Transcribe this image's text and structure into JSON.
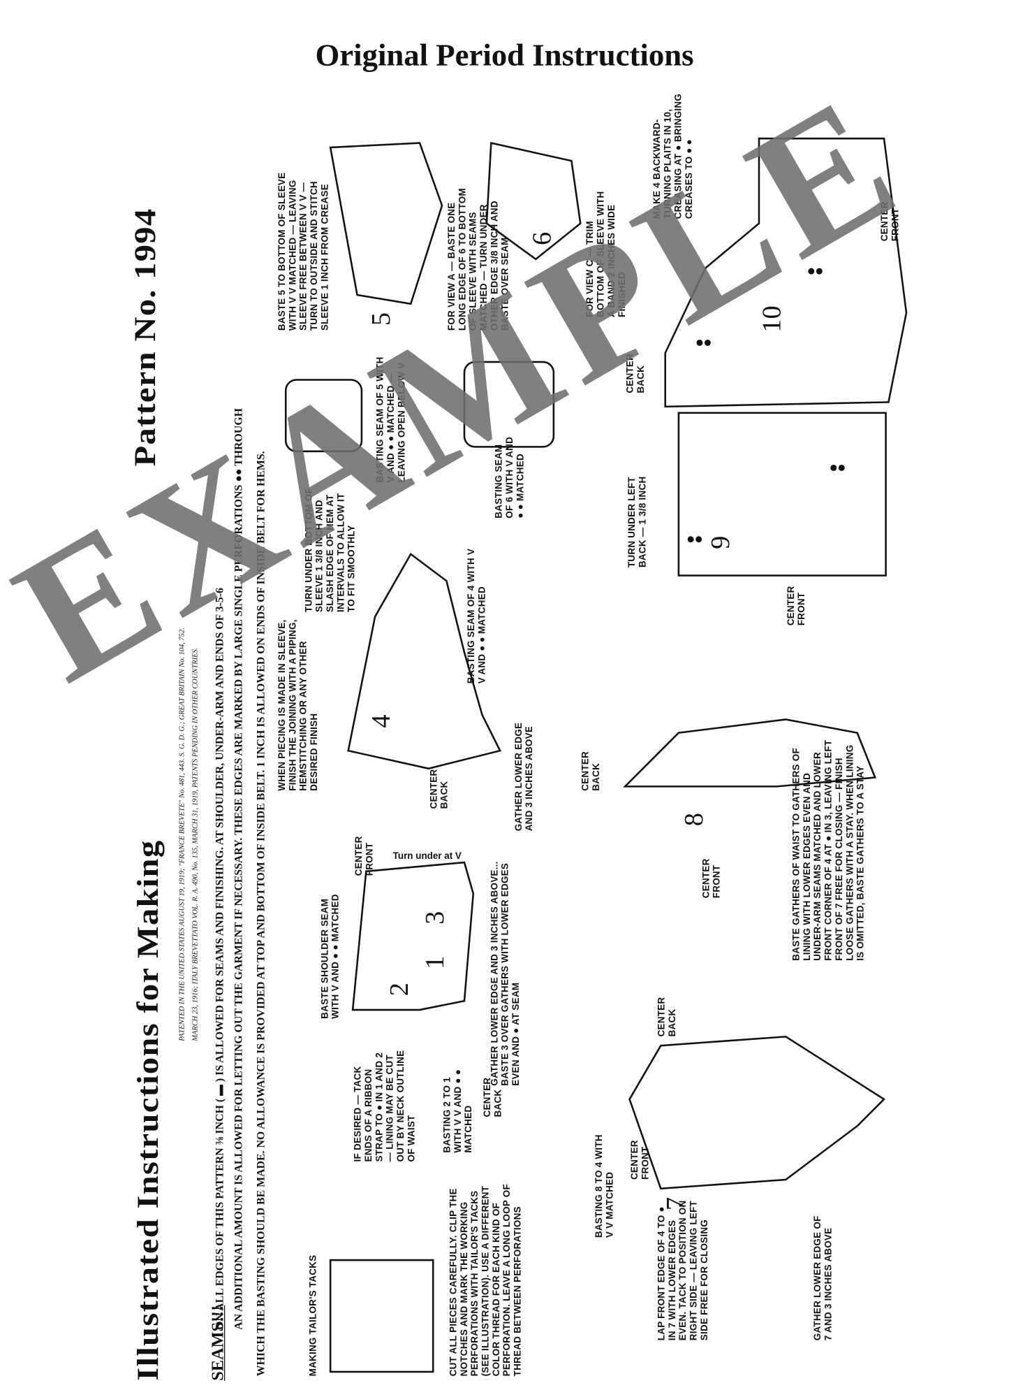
{
  "page_title": "Original Period Instructions",
  "header": {
    "title": "Illustrated Instructions for Making",
    "pattern": "Pattern No. 1994",
    "patent_lines": [
      "PATENTED IN THE UNITED STATES AUGUST 19, 1919; \"FRANCE BREVETE\" No. 481, 443. S. G. D. G.; GREAT BRITAIN No. 104, 752.",
      "MARCH 23, 1916; ITALY BREVETTATO VOL. R. A. 490, No. 135, MARCH 31, 1919, PATENTS PENDING IN OTHER COUNTRIES."
    ],
    "seams_heading": "SEAMS!!!",
    "seams_lines": [
      "ON ALL EDGES OF THIS PATTERN ⅜ INCH ( ▬ ) IS ALLOWED FOR SEAMS AND FINISHING.   AT SHOULDER, UNDER-ARM AND ENDS OF 3-5-6",
      "AN ADDITIONAL AMOUNT IS ALLOWED FOR LETTING OUT THE GARMENT IF NECESSARY.  THESE EDGES ARE MARKED BY LARGE SINGLE PERFORATIONS ●● THROUGH",
      "WHICH THE BASTING SHOULD BE MADE.   NO ALLOWANCE IS PROVIDED AT TOP AND BOTTOM OF INSIDE BELT.   1 INCH IS ALLOWED ON ENDS OF INSIDE BELT FOR HEMS."
    ]
  },
  "labels": [
    "Making tailor's tacks",
    "Cut all pieces carefully. Clip the notches and mark the working perforations with tailor's tacks (see illustration). Use a different color thread for each kind of perforation. Leave a long loop of thread between perforations",
    "If desired — tack ends of a ribbon strap to ● in 1 and 2 — lining may be cut out by neck outline of waist",
    "Basting 2 to 1 with V V and ● ● matched",
    "Center back",
    "Baste shoulder seam with V and ● ● matched",
    "Center front",
    "Turn under at V",
    "Gather lower edge and 3 inches above... Baste 3 over gathers with lower edges even and ● at seam",
    "When piecing is made in sleeve, finish the joining with a piping, hemstitching or any other desired finish",
    "Center back",
    "Gather lower edge and 3 inches above",
    "Basting seam of 4 with V V and ● ● matched",
    "Turn under bottom of sleeve 1 3/8 inch and slash edge of hem at intervals to allow it to fit smoothly",
    "Basting seam of 5 with V and ● ● matched — leaving open below V",
    "Basting seam of 6 with V and ● ● matched",
    "Baste 5 to bottom of sleeve with V V matched — leaving sleeve free between V V — turn to outside and stitch sleeve 1 inch from crease",
    "For view A — baste one long edge of 6 to bottom of sleeve with seams matched — turn under other edge 3/8 inch and baste over seam",
    "For view C — trim bottom of sleeve with a band 2 inches wide finished",
    "Make 4 backward-turning plaits in 10, creasing at ● bringing creases to ● ●",
    "Center front",
    "Center back",
    "Turn under left back — 1 3/8 inch",
    "Center front",
    "Center back",
    "Center front",
    "Baste gathers of waist to gathers of lining with lower edges even and under-arm seams matched and lower front corner of 4 at ● in 3, leaving left front of 7 free for closing — finish loose gathers with a stay. When lining is omitted, baste gathers to a stay",
    "Center back",
    "Center front",
    "Basting 8 to 4 with V V matched",
    "Lap front edge of 4 to ● in 7 with lower edges even. Tack to position on right side — leaving left side free for closing",
    "Gather lower edge of 7 and 3 inches above"
  ],
  "piece_numbers": [
    "9",
    "10",
    "4",
    "8",
    "7",
    "5",
    "6",
    "2",
    "1",
    "3"
  ],
  "watermark": "EXAMPLE"
}
